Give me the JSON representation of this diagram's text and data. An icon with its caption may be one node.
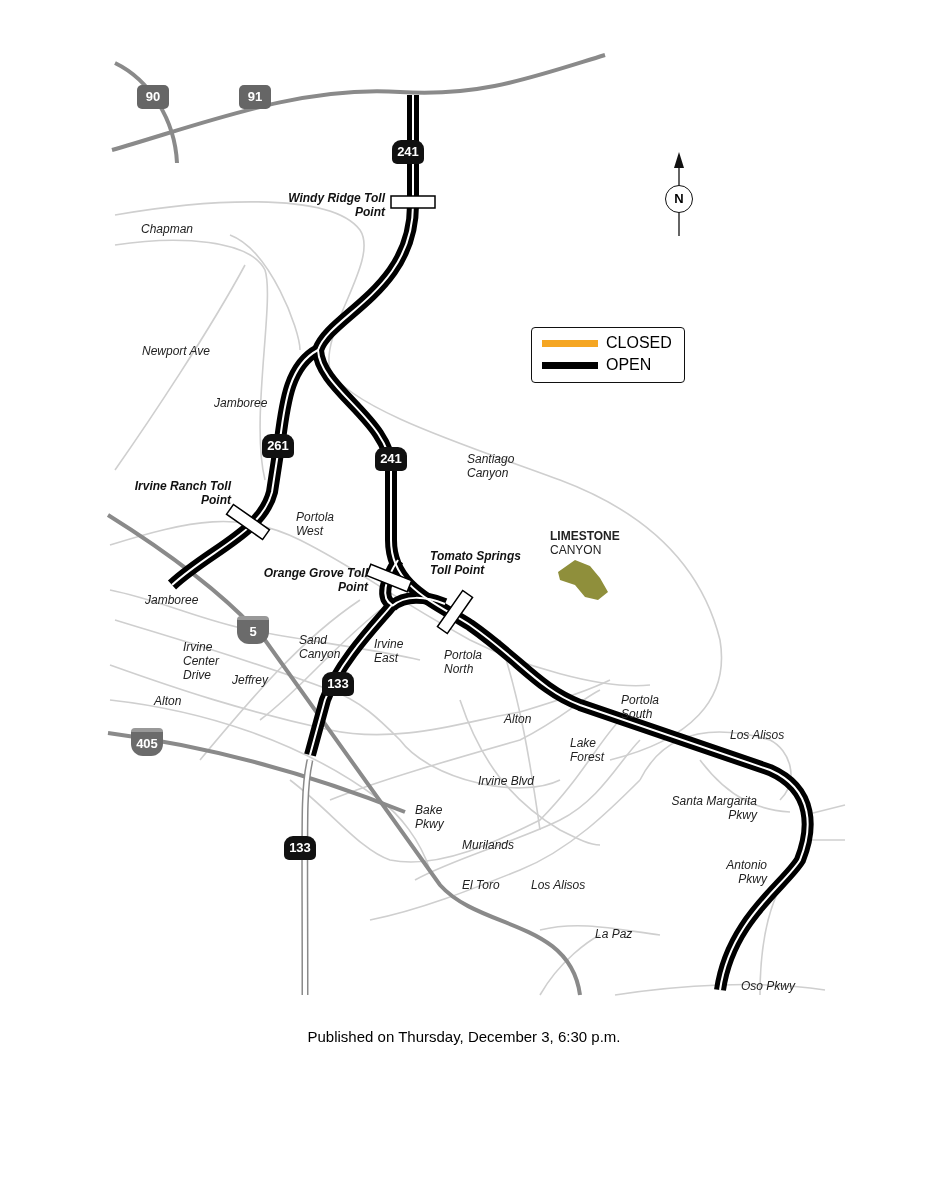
{
  "diagram": {
    "caption": "Published on Thursday, December 3, 6:30 p.m.",
    "labels": [
      "90",
      "91",
      "241",
      "N",
      "Windy Ridge Toll Point",
      "Chapman",
      "Newport Ave",
      "Jamboree",
      "261",
      "Santiago Canyon",
      "241",
      "Irvine Ranch Toll Point",
      "Portola West",
      "**LIMESTONE** CANYON",
      "Tomato Springs Toll Point",
      "Orange Grove Toll Point",
      "Jamboree",
      "5",
      "Sand Canyon",
      "Irvine East",
      "Portola North",
      "Irvine Center Drive",
      "Jeffrey",
      "133",
      "Portola South",
      "Alton",
      "Alton",
      "Lake Forest",
      "Los Alisos",
      "405",
      "Irvine Blvd",
      "Bake Pkwy",
      "Santa Margarita Pkwy",
      "133",
      "Murilands",
      "Antonio Pkwy",
      "El Toro",
      "Los Alisos",
      "La Paz",
      "Oso Pkwy"
    ],
    "legend": [
      {
        "text": "CLOSED",
        "color": "#f5a623"
      },
      {
        "text": "OPEN",
        "color": "#000000"
      }
    ]
  }
}
